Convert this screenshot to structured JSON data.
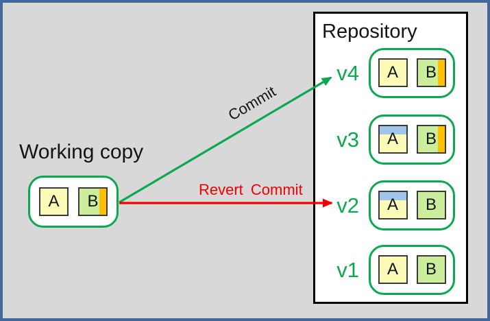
{
  "working_copy": {
    "label": "Working copy",
    "files": [
      {
        "label": "A",
        "variant": "yellow"
      },
      {
        "label": "B",
        "variant": "green-orange"
      }
    ]
  },
  "repository": {
    "title": "Repository",
    "versions": [
      {
        "label": "v4",
        "files": [
          {
            "label": "A",
            "variant": "yellow"
          },
          {
            "label": "B",
            "variant": "green-orange"
          }
        ]
      },
      {
        "label": "v3",
        "files": [
          {
            "label": "A",
            "variant": "yellow-blue"
          },
          {
            "label": "B",
            "variant": "green-orange"
          }
        ]
      },
      {
        "label": "v2",
        "files": [
          {
            "label": "A",
            "variant": "yellow-blue"
          },
          {
            "label": "B",
            "variant": "green"
          }
        ]
      },
      {
        "label": "v1",
        "files": [
          {
            "label": "A",
            "variant": "yellow"
          },
          {
            "label": "B",
            "variant": "green"
          }
        ]
      }
    ]
  },
  "arrows": {
    "commit": {
      "label": "Commit",
      "color": "#0BA84F"
    },
    "revert": {
      "label": "Revert Commit",
      "color": "#F00000"
    }
  },
  "colors": {
    "background": "#D8D8D8",
    "frame_border": "#44679C",
    "green": "#0BA84F",
    "red": "#F00000",
    "file_yellow": "#FBFAB6",
    "file_green": "#CBEE9D",
    "stripe_orange": "#FFC000",
    "stripe_blue": "#9FC5E8"
  }
}
